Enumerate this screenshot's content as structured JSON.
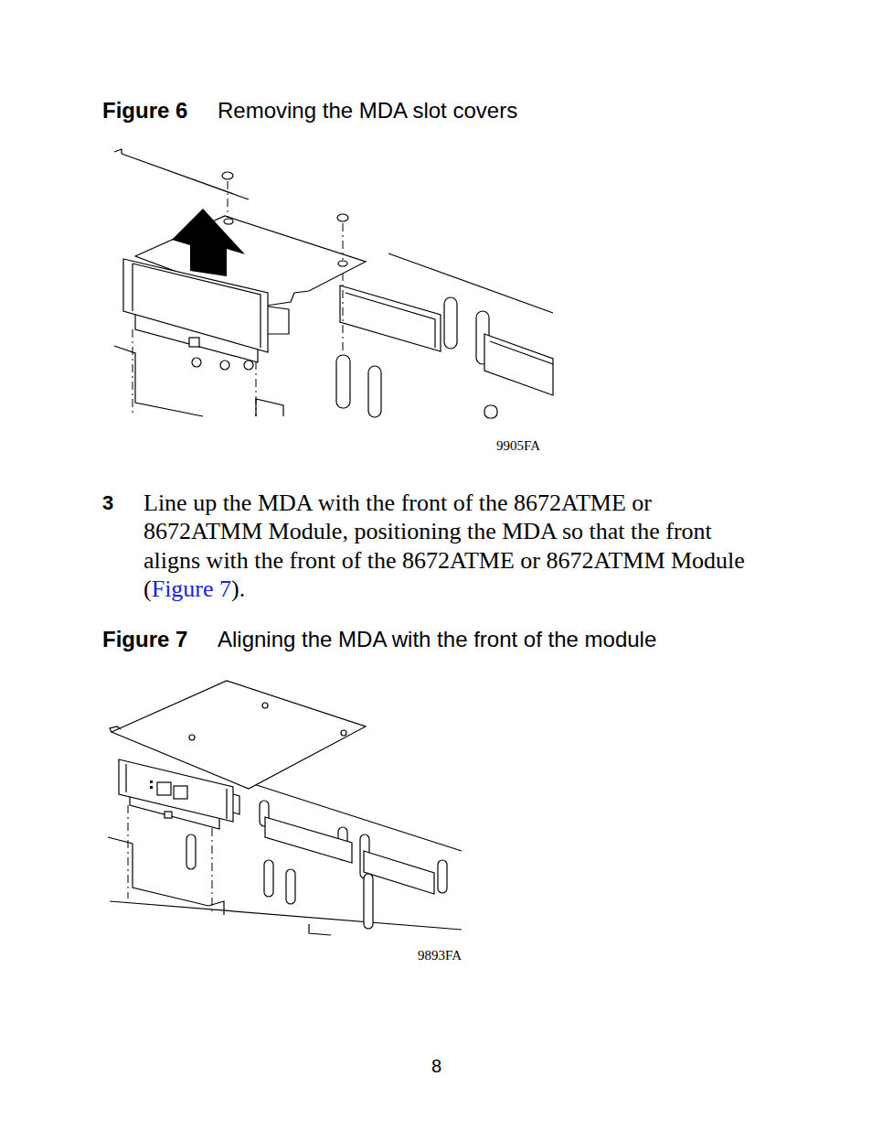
{
  "diagram": {
    "labels": [
      "Figure 6",
      "Removing the MDA slot covers",
      "9905FA",
      "3",
      "Line up the MDA with the front of the 8672ATME or 8672ATMM Module, positioning the MDA so that the front aligns with the front of the 8672ATME or 8672ATMM Module (",
      "Figure 7",
      ").",
      "Figure 7",
      "Aligning the MDA with the front of the module",
      "9893FA",
      "8"
    ]
  }
}
